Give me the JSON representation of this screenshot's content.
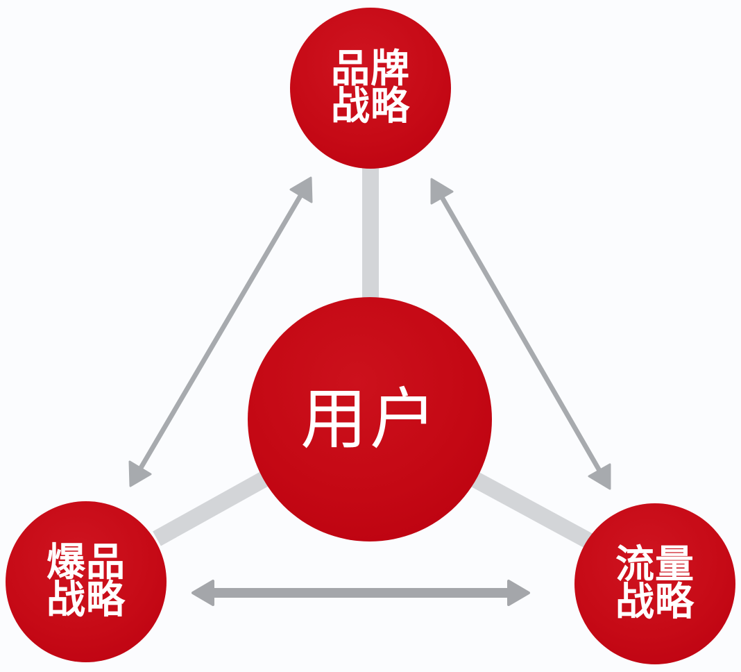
{
  "diagram": {
    "type": "hub-and-spoke triangle",
    "background_color": "#fbfcfe",
    "node_color": "#c60a16",
    "arrow_color": "#a7aaae",
    "connector_color": "#d3d5d8",
    "center": {
      "label": "用户"
    },
    "nodes": [
      {
        "id": "brand",
        "position": "top",
        "lines": [
          "品牌",
          "战略"
        ]
      },
      {
        "id": "hit-product",
        "position": "bottom-left",
        "lines": [
          "爆品",
          "战略"
        ]
      },
      {
        "id": "traffic",
        "position": "bottom-right",
        "lines": [
          "流量",
          "战略"
        ]
      }
    ],
    "edges": [
      {
        "from": "brand",
        "to": "hit-product",
        "style": "bidirectional-arrow"
      },
      {
        "from": "brand",
        "to": "traffic",
        "style": "bidirectional-arrow"
      },
      {
        "from": "hit-product",
        "to": "traffic",
        "style": "bidirectional-arrow"
      },
      {
        "from": "center",
        "to": "brand",
        "style": "connector"
      },
      {
        "from": "center",
        "to": "hit-product",
        "style": "connector"
      },
      {
        "from": "center",
        "to": "traffic",
        "style": "connector"
      }
    ]
  }
}
